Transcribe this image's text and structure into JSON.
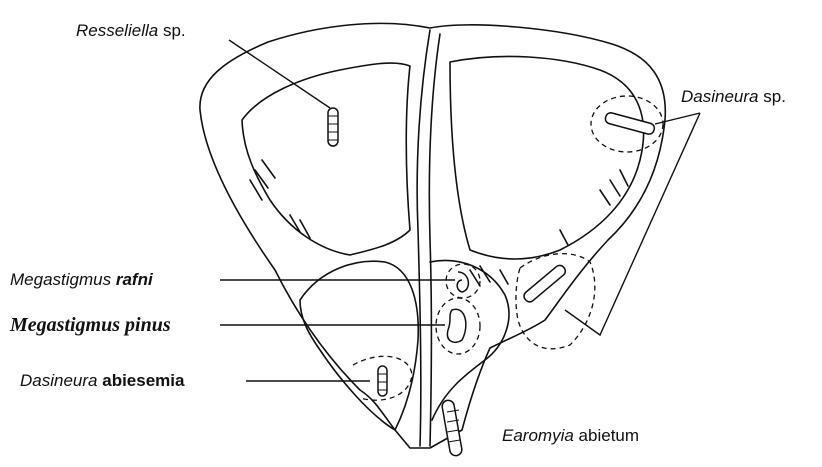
{
  "labels": {
    "resseliella": {
      "genus": "Resseliella",
      "species": "sp."
    },
    "dasineura_sp": {
      "genus": "Dasineura",
      "species": "sp."
    },
    "megastigmus_rafni": {
      "genus": "Megastigmus",
      "species": "rafni"
    },
    "megastigmus_pinus": {
      "genus": "Megastigmus",
      "species": "pinus"
    },
    "dasineura_abiesemia": {
      "genus": "Dasineura",
      "species": "abiesemia"
    },
    "earomyia_abietum": {
      "genus": "Earomyia",
      "species": "abietum"
    }
  },
  "colors": {
    "ink": "#111111",
    "paper": "#ffffff"
  }
}
